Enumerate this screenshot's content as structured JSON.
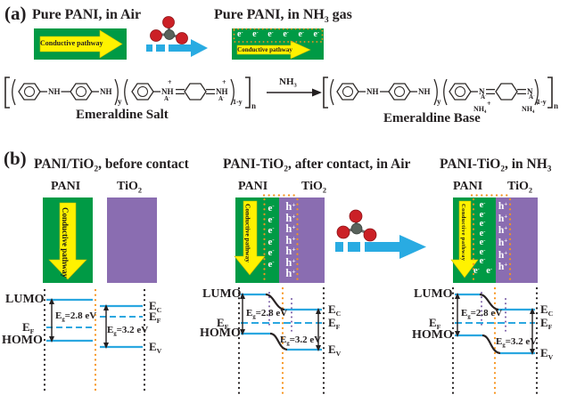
{
  "colors": {
    "pani_green": "#009a45",
    "tio2_purple": "#8a6db1",
    "arrow_yellow": "#fff200",
    "gas_arrow_blue": "#29abe2",
    "band_line_cyan": "#2ba7e0",
    "depletion_orange": "#f7941e",
    "charge_edge_purple": "#7c5fa8",
    "molecule_red": "#cb2026",
    "molecule_gray": "#59635c"
  },
  "a": {
    "tag": "(a)",
    "title_air": "Pure PANI, in Air",
    "title_nh3": {
      "pre": "Pure PANI, in NH",
      "sub": "3",
      "post": " gas"
    },
    "conductive": "Conductive pathway",
    "electron": {
      "base": "e",
      "sup": "-"
    },
    "reaction": {
      "pre": "NH",
      "sub": "3"
    },
    "salt_label": "Emeraldine Salt",
    "base_label": "Emeraldine Base",
    "chem": {
      "nh": "NH",
      "n": "N",
      "plus": "+",
      "a_minus": {
        "base": "A",
        "sup": "-"
      },
      "nh4": {
        "pre": "NH",
        "sub": "4"
      },
      "sub_y": "y",
      "sub_1my": "1-y",
      "sub_n": "n"
    }
  },
  "b": {
    "tag": "(b)",
    "title1": {
      "pre": "PANI/TiO",
      "sub": "2",
      "post": ", before contact"
    },
    "title2": {
      "pre": "PANI-TiO",
      "sub": "2",
      "post": ", after contact, in Air"
    },
    "title3": {
      "pre": "PANI-TiO",
      "sub": "2",
      "mid": ", in NH",
      "sub2": "3"
    },
    "pani": "PANI",
    "tio2": {
      "pre": "TiO",
      "sub": "2"
    },
    "conductive": "Conductive pathway",
    "electron": {
      "base": "e",
      "sup": "-"
    },
    "hole": {
      "base": "h",
      "sup": "+"
    },
    "band": {
      "lumo": "LUMO",
      "homo": "HOMO",
      "e": "E",
      "sub_f": "F",
      "sub_c": "C",
      "sub_v": "V",
      "sub_g": "g",
      "eg_pani": "=2.8 eV",
      "eg_tio2": "=3.2 eV"
    }
  }
}
